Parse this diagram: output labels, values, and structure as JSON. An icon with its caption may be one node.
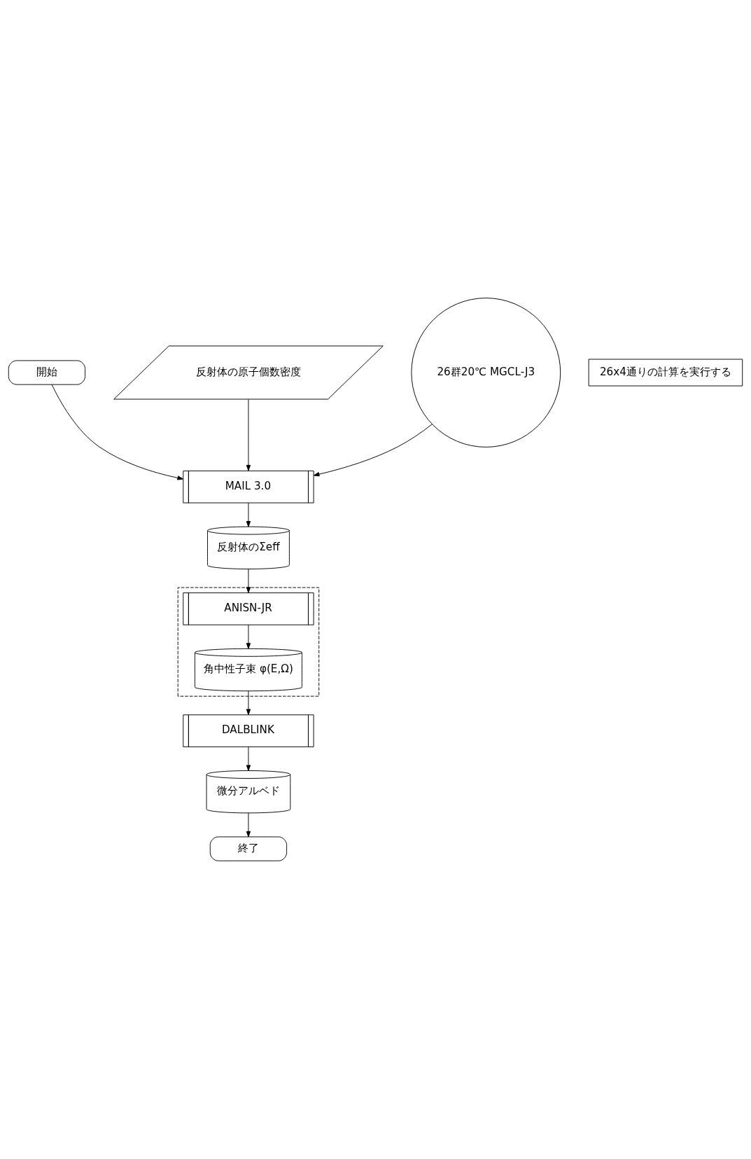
{
  "diagram": {
    "nodes": [
      {
        "text": [
          "開始"
        ]
      },
      {
        "text": [
          "反射体の原子個数密度"
        ]
      },
      {
        "text": [
          "MAIL 3.0"
        ]
      },
      {
        "text": [
          "26群20℃ MGCL-J3"
        ]
      },
      {
        "text": [
          "反射体のΣeff"
        ]
      },
      {
        "text": [],
        "shape": "box"
      },
      {
        "text": [
          "ANISN-JR"
        ],
        "in": 5
      },
      {
        "text": [
          "角中性子束 φ(E,Ω)"
        ],
        "in": 5
      },
      {
        "text": [
          "26x4通りの計算を実行する"
        ]
      },
      {
        "text": [
          "DALBLINK"
        ]
      },
      {
        "text": [
          "微分アルベド"
        ]
      },
      {
        "text": [
          "終了"
        ]
      }
    ],
    "edges": [
      {
        "from": 0,
        "to": 2,
        "arrow": "to"
      },
      {
        "from": 1,
        "to": 2,
        "arrow": "to"
      },
      {
        "from": 3,
        "to": 2,
        "arrow": "to"
      },
      {
        "from": 2,
        "to": 4,
        "arrow": "to"
      },
      {
        "from": 4,
        "to": 6,
        "arrow": "to"
      },
      {
        "from": 6,
        "to": 7,
        "arrow": "to"
      },
      {
        "from": 7,
        "to": 9,
        "arrow": "to"
      },
      {
        "from": 9,
        "to": 10,
        "arrow": "to"
      },
      {
        "from": 10,
        "to": 11,
        "arrow": "to"
      }
    ]
  }
}
